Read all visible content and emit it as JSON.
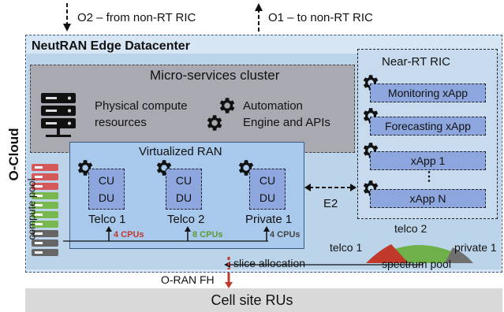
{
  "top_labels": {
    "o2": "O2 – from non-RT RIC",
    "o1": "O1 – to non-RT RIC"
  },
  "ocloud_label": "O-Cloud",
  "edge_title": "NeutRAN Edge Datacenter",
  "micro": {
    "title": "Micro-services cluster",
    "compute_label_1": "Physical compute",
    "compute_label_2": "resources",
    "auto_label_1": "Automation",
    "auto_label_2": "Engine and APIs"
  },
  "vran": {
    "title": "Virtualized RAN",
    "cu": "CU",
    "du": "DU",
    "tenants": [
      {
        "name": "Telco 1",
        "cpus": "4 CPUs",
        "color": "#c0392b"
      },
      {
        "name": "Telco 2",
        "cpus": "8 CPUs",
        "color": "#5b9b32"
      },
      {
        "name": "Private 1",
        "cpus": "4 CPUs",
        "color": "#555555"
      }
    ]
  },
  "nearrt": {
    "title": "Near-RT RIC",
    "xapps": [
      "Monitoring xApp",
      "Forecasting xApp",
      "xApp 1",
      "xApp N"
    ],
    "ellipsis": "⋮"
  },
  "e2_label": "E2",
  "compute_pool_label": "compute pool",
  "spectrum": {
    "labels": {
      "telco1": "telco 1",
      "telco2": "telco 2",
      "private1": "private 1"
    },
    "pool_label": "spectrum pool",
    "colors": {
      "telco1": "#c0392b",
      "telco2": "#6fb04a",
      "private1": "#707070"
    }
  },
  "slice_label": "slice allocation",
  "fh_label": "O-RAN FH",
  "cellsite_label": "Cell site RUs",
  "accent": {
    "red": "#c0392b",
    "green": "#5b9b32",
    "gray": "#555555"
  }
}
